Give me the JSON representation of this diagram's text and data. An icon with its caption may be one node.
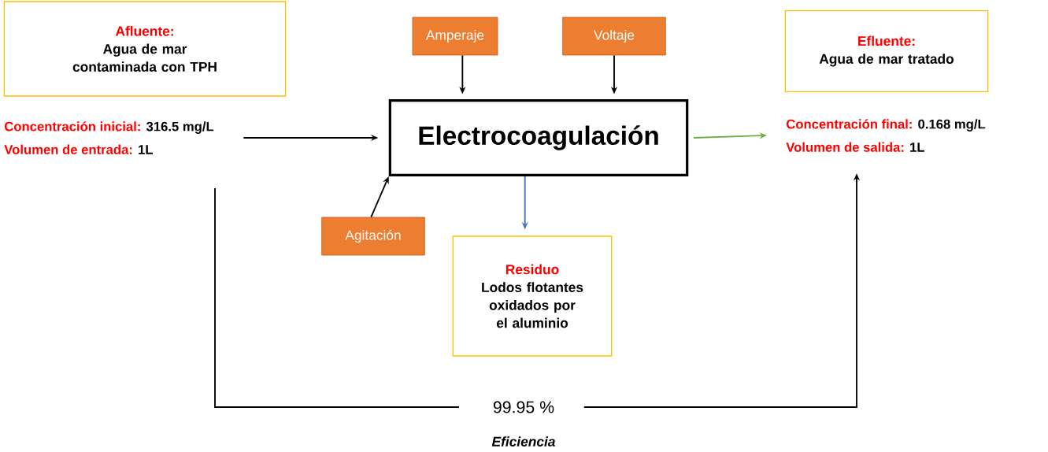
{
  "diagram": {
    "nodes": [
      {
        "text": [
          "Afluente:",
          "Agua de mar contaminada con TPH"
        ]
      },
      {
        "text": [
          "Concentración inicial:",
          "316.5 mg/L",
          "Volumen de entrada:",
          "1L"
        ]
      },
      {
        "text": [
          "Amperaje"
        ]
      },
      {
        "text": [
          "Voltaje"
        ]
      },
      {
        "text": [
          "Electrocoagulación"
        ]
      },
      {
        "text": [
          "Agitación"
        ]
      },
      {
        "text": [
          "Residuo",
          "Lodos flotantes oxidados por el aluminio"
        ]
      },
      {
        "text": [
          "Efluente:",
          "Agua de mar tratado"
        ]
      },
      {
        "text": [
          "Concentración final:",
          "0.168 mg/L",
          "Volumen de salida:",
          "1L"
        ]
      },
      {
        "text": [
          "99.95 %"
        ],
        "beside": [
          "Eficiencia"
        ]
      }
    ],
    "edges": [
      {
        "from": 1,
        "to": 4,
        "arrow": "to"
      },
      {
        "from": 2,
        "to": 4,
        "arrow": "to"
      },
      {
        "from": 3,
        "to": 4,
        "arrow": "to"
      },
      {
        "from": 5,
        "to": 4,
        "arrow": "to"
      },
      {
        "from": 4,
        "to": 6,
        "arrow": "to",
        "color": "#4472c4"
      },
      {
        "from": 4,
        "to": 8,
        "arrow": "to",
        "color": "#70ad47"
      },
      {
        "from": 1,
        "to": 9,
        "arrow": "none"
      },
      {
        "from": 9,
        "to": 8,
        "arrow": "to"
      }
    ]
  }
}
